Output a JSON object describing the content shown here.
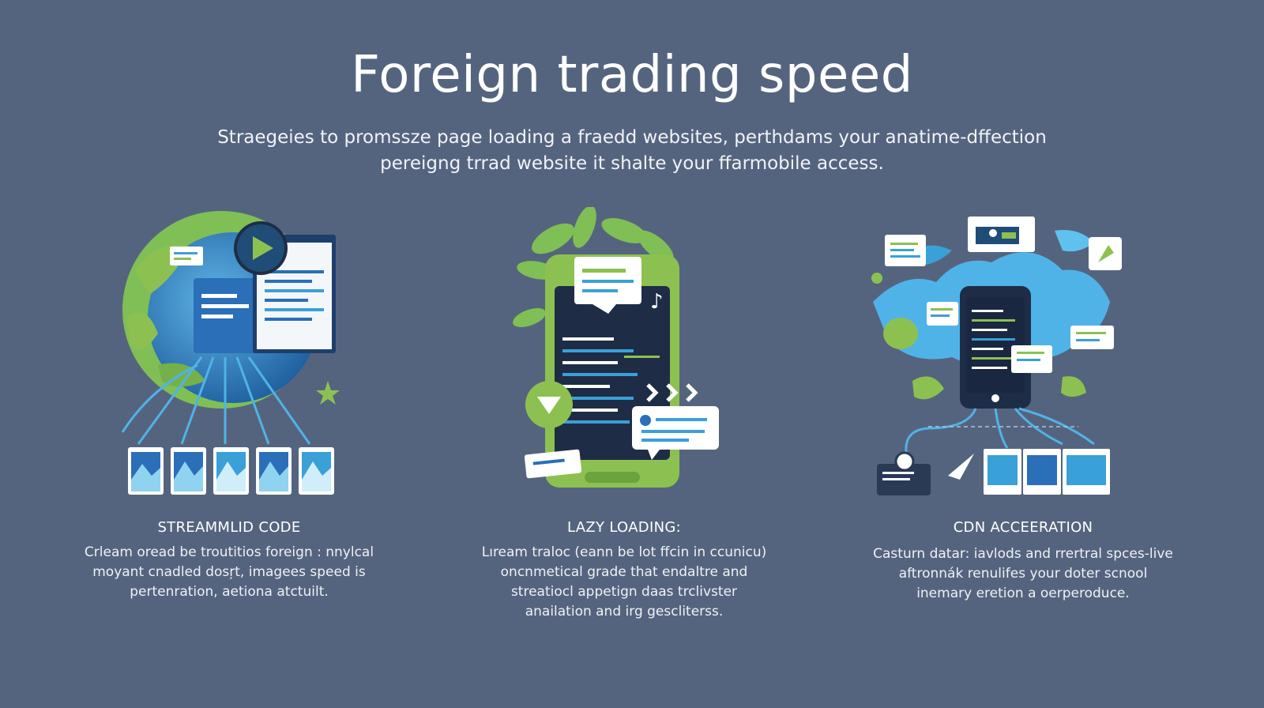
{
  "title": "Foreign trading speed",
  "subtitle": {
    "line1": "Straegeies to promssze page loading a fraedd websites, perthdams your anatime-dffection",
    "line2": "pereigng trrad website it shalte your ffarmobile access."
  },
  "features": [
    {
      "title": "STREAMMLID CODE",
      "icon": "globe-browser-illustration",
      "desc": [
        "Crleam oread be troutitios foreign : nnylcal",
        "moyant cnadled dosŗt, imagees speed is",
        "pertenration, aetiona atctuilt."
      ]
    },
    {
      "title": "LAZY LOADING:",
      "icon": "mobile-device-illustration",
      "desc": [
        "Lıream traloc (eann be lot ffcin in ccunicu)",
        "oncnmetical grade that endaltre and",
        "streatiocl appetign daas trclivster",
        "anailation and irg gescliterss."
      ]
    },
    {
      "title": "CDN ACCEERATION",
      "icon": "world-map-network-illustration",
      "desc": [
        "Casturn datar: iavlods and rrertral spces-live",
        "aftronnák renulifes your doter scnool",
        "inemary eretion a oerperoduce."
      ]
    }
  ],
  "colors": {
    "background": "#55647e",
    "accent_green": "#8cc152",
    "accent_blue": "#3aa0d8",
    "dark_navy": "#1e2d45"
  }
}
